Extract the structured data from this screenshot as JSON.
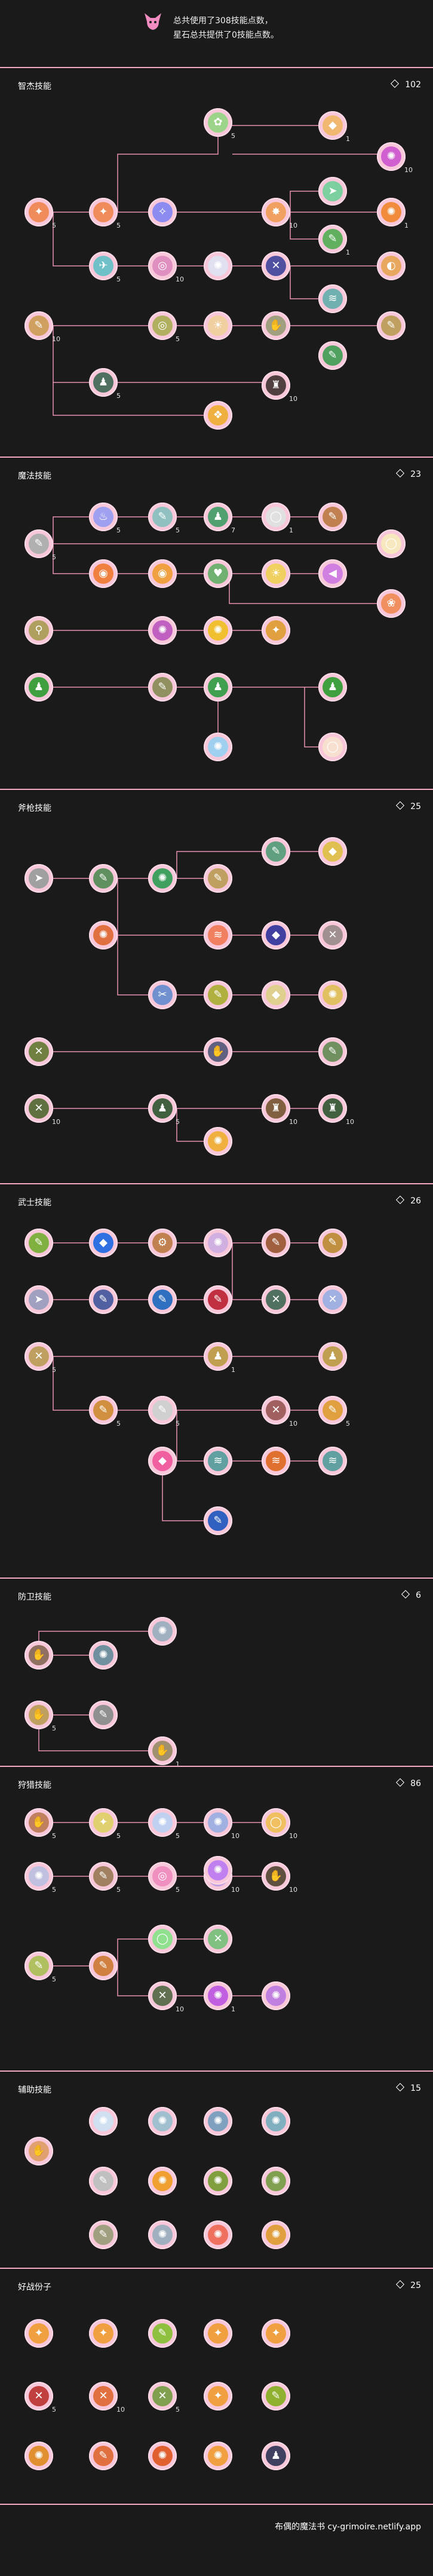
{
  "header": {
    "line1": "总共使用了308技能点数，",
    "line2": "星石总共提供了0技能点数。",
    "icon": "pink-sprite-icon"
  },
  "footer": {
    "text": "布偶的魔法书 cy-grimoire.netlify.app"
  },
  "colors": {
    "accent": "#f2a7c3",
    "node": "#f8c7da",
    "line": "#e88fb3",
    "background": "#1a1a1a"
  },
  "sections": [
    {
      "id": "sec1",
      "title": "智杰技能",
      "points": "102"
    },
    {
      "id": "sec2",
      "title": "魔法技能",
      "points": "23"
    },
    {
      "id": "sec3",
      "title": "斧枪技能",
      "points": "25"
    },
    {
      "id": "sec4",
      "title": "武士技能",
      "points": "26"
    },
    {
      "id": "sec5",
      "title": "防卫技能",
      "points": "6"
    },
    {
      "id": "sec6",
      "title": "狩猎技能",
      "points": "86"
    },
    {
      "id": "sec7",
      "title": "辅助技能",
      "points": "15"
    },
    {
      "id": "sec8",
      "title": "好战份子",
      "points": "25"
    }
  ]
}
